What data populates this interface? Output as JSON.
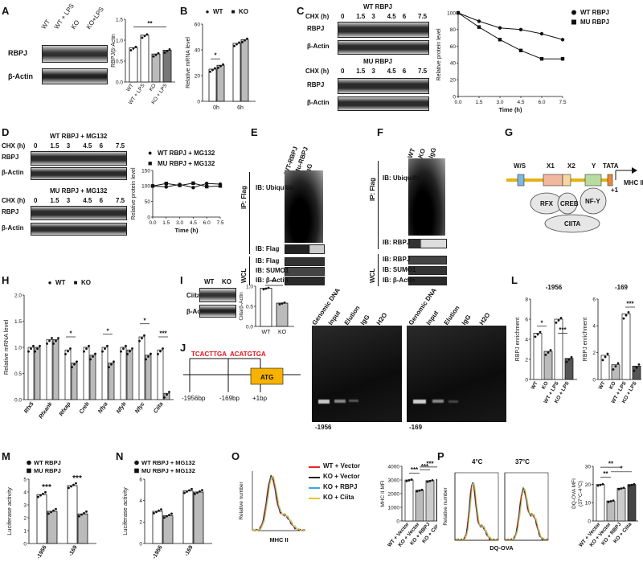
{
  "panels": {
    "A": {
      "label": "A",
      "lanes": [
        "WT",
        "WT + LPS",
        "KO",
        "KO+LPS"
      ],
      "blot_rows": [
        "RBPJ",
        "β-Actin"
      ],
      "chart_data": {
        "type": "bar",
        "categories": [
          "WT",
          "WT + LPS",
          "KO",
          "KO + LPS"
        ],
        "values": [
          0.82,
          1.12,
          0.67,
          0.76
        ],
        "ylabel": "RBPJ/β-Actin",
        "sig": "**"
      }
    },
    "B": {
      "label": "B",
      "legend": [
        "WT",
        "KO"
      ],
      "chart_data": {
        "type": "bar",
        "categories": [
          "0h",
          "6h"
        ],
        "series": [
          {
            "name": "WT",
            "values": [
              25,
              45
            ]
          },
          {
            "name": "KO",
            "values": [
              28,
              48
            ]
          }
        ],
        "ylabel": "Relative mRNA level",
        "sig": "*"
      }
    },
    "C": {
      "label": "C",
      "blot1_title": "WT RBPJ",
      "blot2_title": "MU RBPJ",
      "chx_label": "CHX (h)",
      "timepoints": [
        "0",
        "1.5",
        "3",
        "4.5",
        "6",
        "7.5"
      ],
      "blot_rows": [
        "RBPJ",
        "β-Actin"
      ],
      "chart_data": {
        "type": "line",
        "x": [
          0,
          1.5,
          3,
          4.5,
          6,
          7.5
        ],
        "series": [
          {
            "name": "WT RBPJ",
            "values": [
              100,
              90,
              82,
              80,
              75,
              68
            ]
          },
          {
            "name": "MU RBPJ",
            "values": [
              100,
              83,
              68,
              55,
              45,
              45
            ]
          }
        ],
        "ylabel": "Relative protein level",
        "xlabel": "Time (h)",
        "xticks": [
          "0.0",
          "1.5",
          "3.0",
          "4.5",
          "6.0",
          "7.5"
        ],
        "yticks": [
          "0",
          "20",
          "40",
          "60",
          "80",
          "100"
        ],
        "ylim": [
          0,
          100
        ]
      }
    },
    "D": {
      "label": "D",
      "blot1_title": "WT RBPJ + MG132",
      "blot2_title": "MU RBPJ + MG132",
      "chx_label": "CHX (h)",
      "timepoints": [
        "0",
        "1.5",
        "3",
        "4.5",
        "6",
        "7.5"
      ],
      "blot_rows": [
        "RBPJ",
        "β-Actin"
      ],
      "chart_data": {
        "type": "line",
        "x": [
          0,
          1.5,
          3,
          4.5,
          6,
          7.5
        ],
        "series": [
          {
            "name": "WT RBPJ + MG132",
            "values": [
              100,
              97,
              105,
              95,
              108,
              106
            ]
          },
          {
            "name": "MU RBPJ + MG132",
            "values": [
              100,
              108,
              102,
              109,
              98,
              100
            ]
          }
        ],
        "ylabel": "Relative protein level",
        "xlabel": "Time (h)",
        "xticks": [
          "0.0",
          "1.5",
          "3.0",
          "4.5",
          "6.0",
          "7.5"
        ],
        "yticks": [
          "0",
          "50",
          "100",
          "150"
        ],
        "ylim": [
          0,
          150
        ]
      }
    },
    "E": {
      "label": "E",
      "lanes": [
        "WT-RBPJ",
        "Mu-RBPJ",
        "IgG"
      ],
      "side_top": "IP: Flag",
      "side_bottom": "WCL",
      "rows": [
        "IB: Ubiquitin",
        "IB: Flag",
        "IB: Flag",
        "IB: SUMO1",
        "IB: β-Actin"
      ]
    },
    "F": {
      "label": "F",
      "lanes": [
        "WT",
        "KO",
        "IgG"
      ],
      "side_top": "IP: Flag",
      "side_bottom": "WCL",
      "rows": [
        "IB: Ubiquitin",
        "IB: RBPJ",
        "IB: RBPJ",
        "IB: SUMO1",
        "IB: β-Actin"
      ]
    },
    "G": {
      "label": "G",
      "boxes": [
        "W/S",
        "X1",
        "X2",
        "Y",
        "TATA"
      ],
      "factors": [
        "RFX",
        "CREB",
        "NF-Y",
        "CIITA"
      ],
      "gene": "MHC II",
      "tss": "+1"
    },
    "H": {
      "label": "H",
      "legend": [
        "WT",
        "KO"
      ],
      "chart_data": {
        "type": "bar",
        "categories": [
          "Rfx5",
          "Rfxank",
          "Rfxap",
          "Creb",
          "Nfya",
          "Nfyb",
          "Nfyc",
          "Ciita"
        ],
        "series": [
          {
            "name": "WT",
            "values": [
              1.0,
              1.15,
              0.95,
              1.0,
              1.0,
              1.0,
              1.2,
              0.95
            ]
          },
          {
            "name": "KO",
            "values": [
              1.0,
              1.15,
              0.7,
              0.85,
              0.7,
              0.95,
              0.85,
              0.12
            ]
          }
        ],
        "ylabel": "Relative mRNA level",
        "yticks": [
          "0.0",
          "0.5",
          "1.0",
          "1.5",
          "2.0"
        ],
        "ylim": [
          0,
          2.0
        ],
        "sig": [
          "",
          "",
          "*",
          "",
          "*",
          "",
          "*",
          "***"
        ]
      }
    },
    "I": {
      "label": "I",
      "lanes": [
        "WT",
        "KO"
      ],
      "blot_rows": [
        "Ciita",
        "β-Actin"
      ],
      "chart_data": {
        "type": "bar",
        "categories": [
          "WT",
          "KO"
        ],
        "values": [
          0.95,
          0.58
        ],
        "ylabel": "Ciita/β-Actin",
        "yticks": [
          "0.0",
          "0.5",
          "1.0"
        ],
        "ylim": [
          0,
          1.0
        ],
        "sig": "**"
      }
    },
    "J": {
      "label": "J",
      "site1": "TCACTTGA",
      "site2": "ACATGTGA",
      "box": "ATG",
      "pos": [
        "-1956bp",
        "-169bp",
        "+1bp"
      ]
    },
    "K": {
      "label": "K",
      "lanes": [
        "Genomic DNA",
        "Input",
        "Elution",
        "IgG",
        "H2O"
      ],
      "gels": [
        "-1956",
        "-169"
      ]
    },
    "L": {
      "label": "L",
      "ylabel": "RBPJ enrichment",
      "charts": [
        {
          "type": "bar",
          "title": "-1956",
          "categories": [
            "WT",
            "KO",
            "WT + LPS",
            "KO + LPS"
          ],
          "values": [
            4.6,
            2.8,
            6.0,
            2.1
          ],
          "yticks": [
            "0",
            "2",
            "4",
            "6",
            "8"
          ],
          "ylim": [
            0,
            8
          ],
          "sig": [
            "*",
            "***"
          ]
        },
        {
          "type": "bar",
          "title": "-169",
          "categories": [
            "WT",
            "KO",
            "WT + LPS",
            "KO + LPS"
          ],
          "values": [
            1.8,
            1.1,
            4.9,
            1.0
          ],
          "yticks": [
            "0",
            "2",
            "4",
            "6"
          ],
          "ylim": [
            0,
            6
          ],
          "sig": [
            "***"
          ]
        }
      ]
    },
    "M": {
      "label": "M",
      "legend": [
        "WT RBPJ",
        "MU RBPJ"
      ],
      "chart_data": {
        "type": "bar",
        "categories": [
          "-1956",
          "-169"
        ],
        "series": [
          {
            "name": "WT RBPJ",
            "values": [
              3.8,
              4.5
            ]
          },
          {
            "name": "MU RBPJ",
            "values": [
              2.5,
              2.3
            ]
          }
        ],
        "ylabel": "Luciferase activity",
        "yticks": [
          "0",
          "1",
          "2",
          "3",
          "4",
          "5"
        ],
        "ylim": [
          0,
          5
        ],
        "sig": [
          "***",
          "***"
        ]
      }
    },
    "N": {
      "label": "N",
      "legend": [
        "WT RBPJ + MG132",
        "MU RBPJ + MG132"
      ],
      "chart_data": {
        "type": "bar",
        "categories": [
          "-1956",
          "-169"
        ],
        "series": [
          {
            "name": "WT RBPJ + MG132",
            "values": [
              3.0,
              4.9
            ]
          },
          {
            "name": "MU RBPJ + MG132",
            "values": [
              2.6,
              4.8
            ]
          }
        ],
        "ylabel": "Luciferase activity",
        "yticks": [
          "0",
          "2",
          "4",
          "6"
        ],
        "ylim": [
          0,
          6
        ]
      }
    },
    "O": {
      "label": "O",
      "hist_ylabel": "Relative number",
      "hist_xlabel": "MHC II",
      "legend": [
        {
          "name": "WT + Vector",
          "color": "#e8272a"
        },
        {
          "name": "KO + Vector",
          "color": "#222222"
        },
        {
          "name": "KO + RBPJ",
          "color": "#3aa6e0"
        },
        {
          "name": "KO + Ciita",
          "color": "#e8c32a"
        }
      ],
      "chart_data": {
        "type": "bar",
        "categories": [
          "WT + Vector",
          "KO + Vector",
          "KO + RBPJ",
          "KO + Ciita"
        ],
        "values": [
          3000,
          2250,
          2950,
          3050
        ],
        "ylabel": "MHC II MFI",
        "yticks": [
          "0",
          "1000",
          "2000",
          "3000",
          "4000"
        ],
        "ylim": [
          0,
          4000
        ],
        "sig": [
          "***",
          "***",
          "***"
        ]
      }
    },
    "P": {
      "label": "P",
      "hist_ylabel": "Relative number",
      "hist_xlabel": "DQ-OVA",
      "temps": [
        "4°C",
        "37°C"
      ],
      "chart_data": {
        "type": "bar",
        "categories": [
          "WT + Vector",
          "KO + Vector",
          "KO + RBPJ",
          "KO + Ciita"
        ],
        "values": [
          20,
          11,
          18,
          20
        ],
        "ylabel": "DQ-OVA MFI",
        "ylabel2": "(37°C-4°C)",
        "yticks": [
          "0",
          "10",
          "20",
          "30"
        ],
        "ylim": [
          0,
          30
        ],
        "sig": [
          "**",
          "*",
          "**"
        ]
      }
    }
  }
}
